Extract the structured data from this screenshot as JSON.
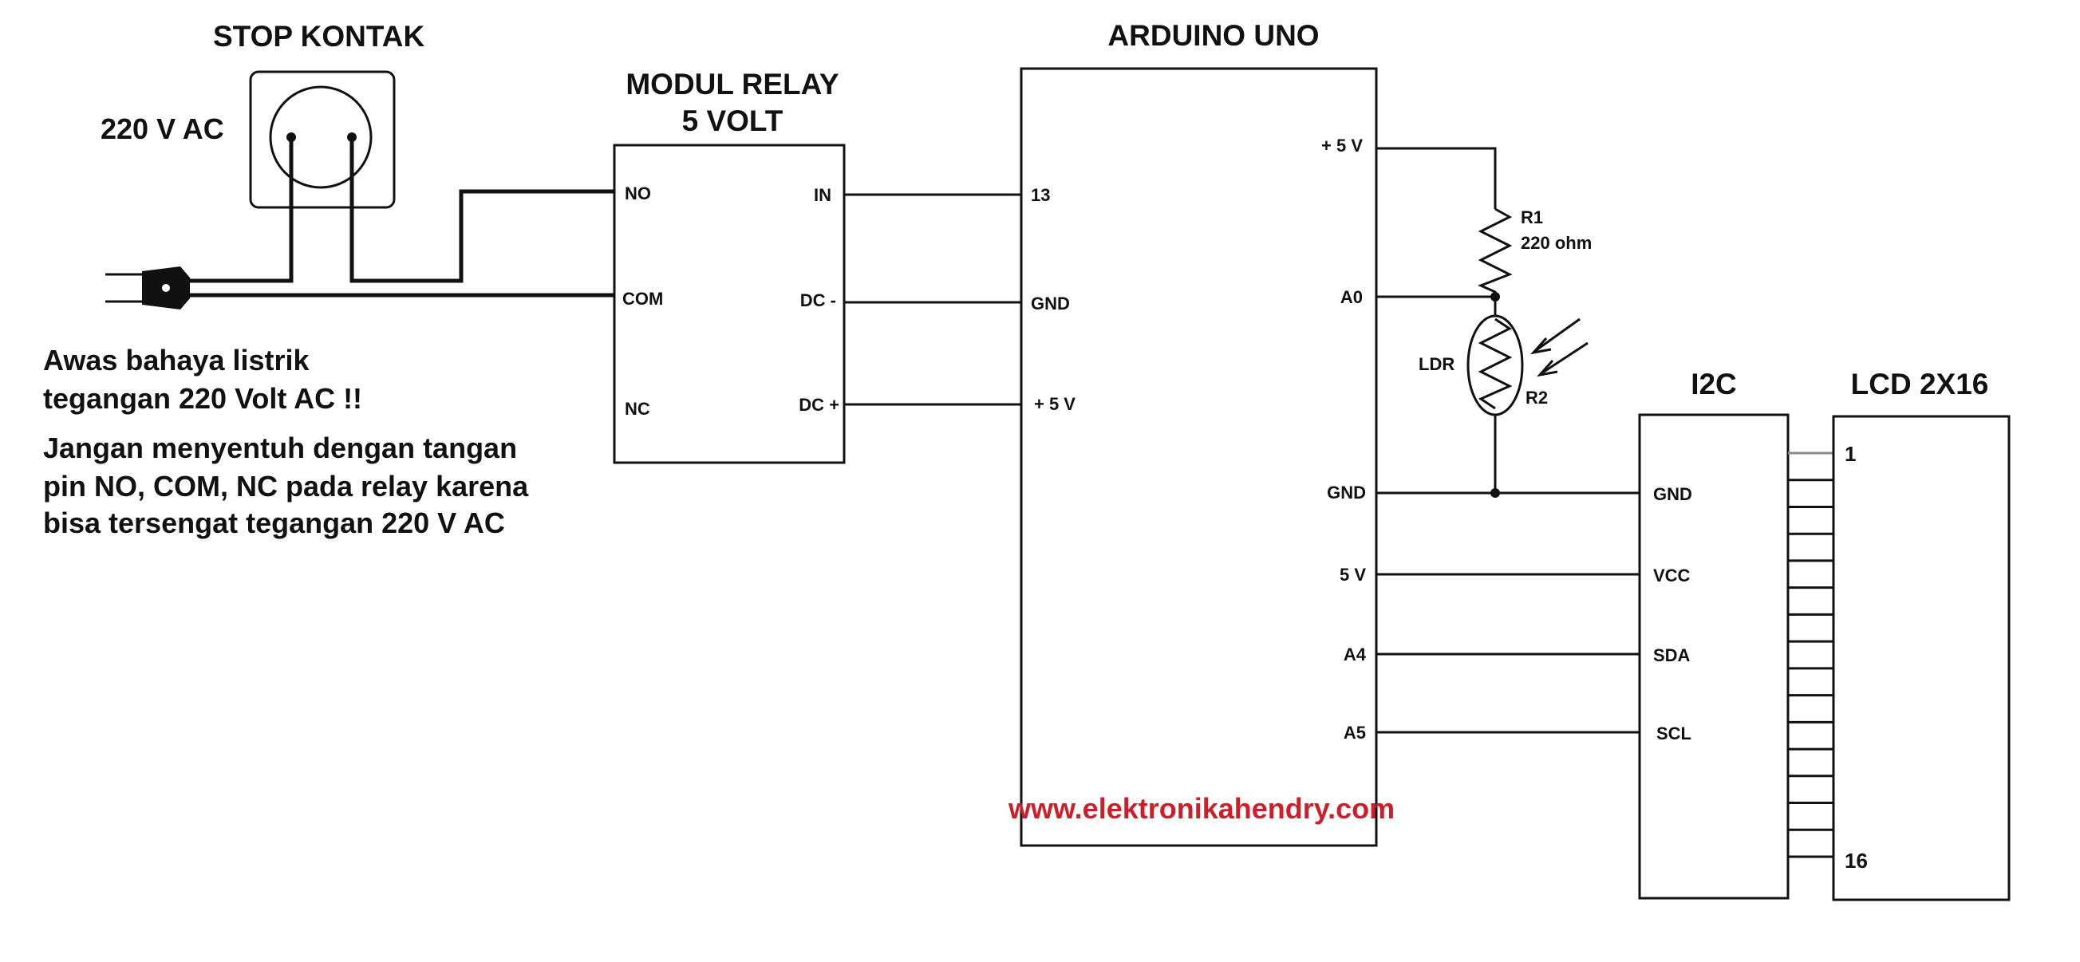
{
  "socket": {
    "title": "STOP KONTAK",
    "voltage": "220 V AC"
  },
  "warning": {
    "line1": "Awas bahaya listrik",
    "line2": "tegangan 220 Volt  AC !!",
    "line3": "Jangan menyentuh dengan tangan",
    "line4": "pin NO, COM, NC pada relay karena",
    "line5": "bisa tersengat tegangan 220 V AC"
  },
  "relay": {
    "title1": "MODUL RELAY",
    "title2": "5 VOLT",
    "pins": {
      "no": "NO",
      "com": "COM",
      "nc": "NC",
      "in": "IN",
      "dc_minus": "DC -",
      "dc_plus": "DC +"
    }
  },
  "arduino": {
    "title": "ARDUINO UNO",
    "pins": {
      "p13": "13",
      "gnd_left": "GND",
      "v5_left": "+ 5 V",
      "v5_right": "+ 5 V",
      "a0": "A0",
      "gnd_right": "GND",
      "v5": "5 V",
      "a4": "A4",
      "a5": "A5"
    }
  },
  "components": {
    "r1_name": "R1",
    "r1_value": "220 ohm",
    "ldr": "LDR",
    "r2": "R2"
  },
  "i2c": {
    "title": "I2C",
    "pins": {
      "gnd": "GND",
      "vcc": "VCC",
      "sda": "SDA",
      "scl": "SCL"
    }
  },
  "lcd": {
    "title": "LCD 2X16",
    "pin_first": "1",
    "pin_last": "16"
  },
  "website": "www.elektronikahendry.com"
}
